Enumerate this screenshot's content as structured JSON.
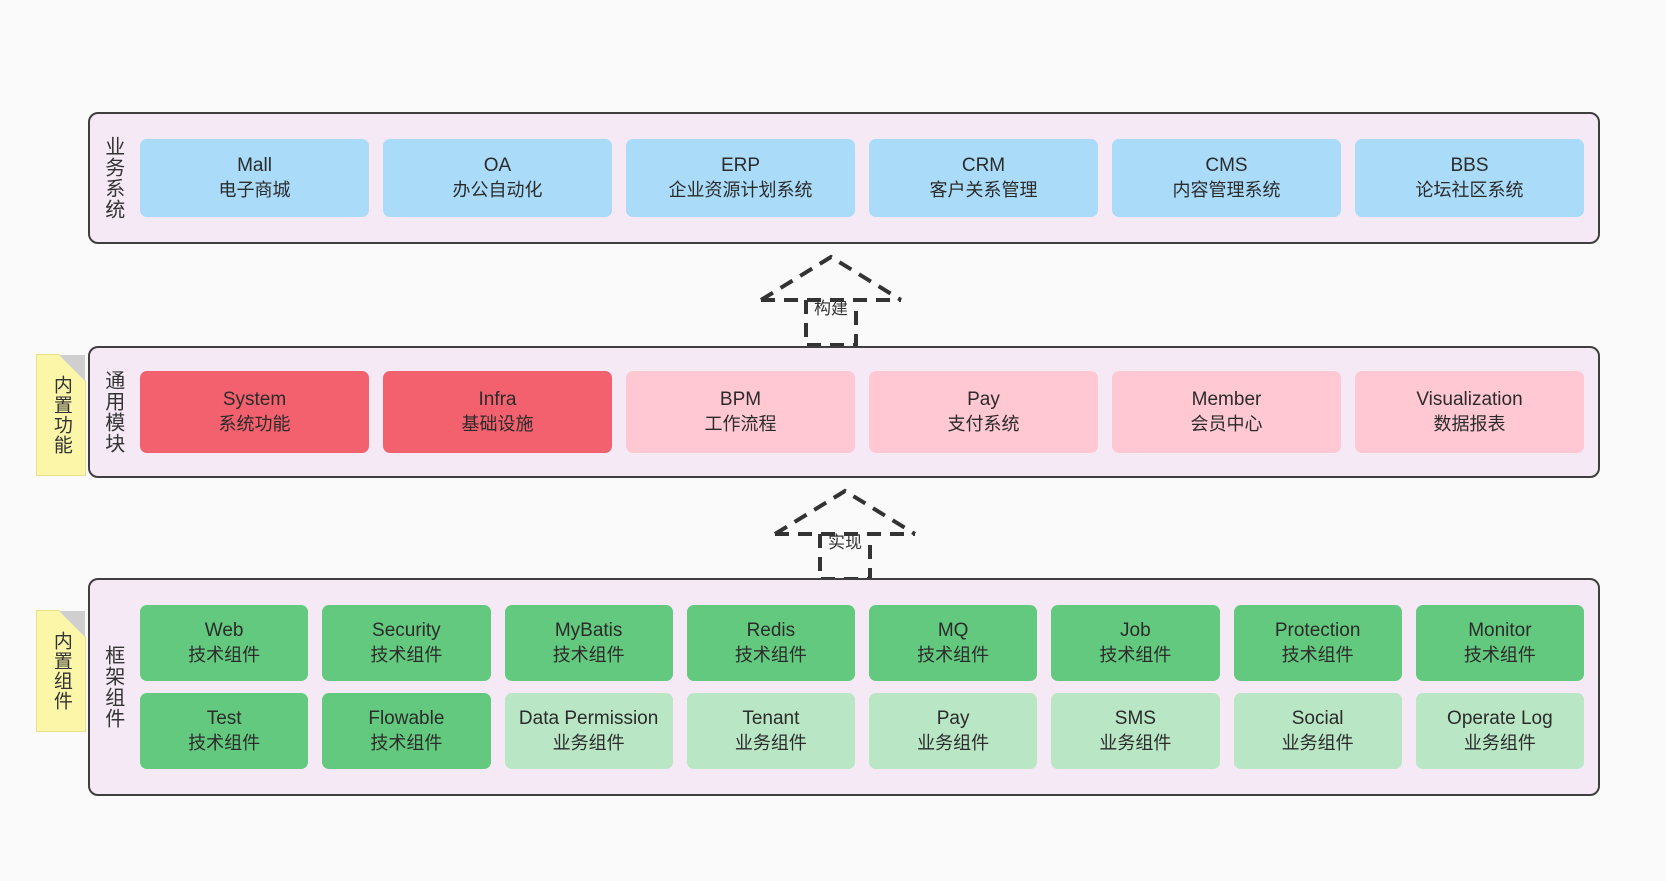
{
  "layers": [
    {
      "id": "business",
      "title": "业务系统",
      "note": null,
      "rows": [
        {
          "style": "blue",
          "cards": [
            {
              "title": "Mall",
              "subtitle": "电子商城"
            },
            {
              "title": "OA",
              "subtitle": "办公自动化"
            },
            {
              "title": "ERP",
              "subtitle": "企业资源计划系统"
            },
            {
              "title": "CRM",
              "subtitle": "客户关系管理"
            },
            {
              "title": "CMS",
              "subtitle": "内容管理系统"
            },
            {
              "title": "BBS",
              "subtitle": "论坛社区系统"
            }
          ]
        }
      ]
    },
    {
      "id": "common",
      "title": "通用模块",
      "note": "内置功能",
      "rows": [
        {
          "style": "mixed",
          "cards": [
            {
              "title": "System",
              "subtitle": "系统功能",
              "style": "red"
            },
            {
              "title": "Infra",
              "subtitle": "基础设施",
              "style": "red"
            },
            {
              "title": "BPM",
              "subtitle": "工作流程",
              "style": "pink"
            },
            {
              "title": "Pay",
              "subtitle": "支付系统",
              "style": "pink"
            },
            {
              "title": "Member",
              "subtitle": "会员中心",
              "style": "pink"
            },
            {
              "title": "Visualization",
              "subtitle": "数据报表",
              "style": "pink"
            }
          ]
        }
      ]
    },
    {
      "id": "framework",
      "title": "框架组件",
      "note": "内置组件",
      "rows": [
        {
          "style": "mixed",
          "cards": [
            {
              "title": "Web",
              "subtitle": "技术组件",
              "style": "green"
            },
            {
              "title": "Security",
              "subtitle": "技术组件",
              "style": "green"
            },
            {
              "title": "MyBatis",
              "subtitle": "技术组件",
              "style": "green"
            },
            {
              "title": "Redis",
              "subtitle": "技术组件",
              "style": "green"
            },
            {
              "title": "MQ",
              "subtitle": "技术组件",
              "style": "green"
            },
            {
              "title": "Job",
              "subtitle": "技术组件",
              "style": "green"
            },
            {
              "title": "Protection",
              "subtitle": "技术组件",
              "style": "green"
            },
            {
              "title": "Monitor",
              "subtitle": "技术组件",
              "style": "green"
            }
          ]
        },
        {
          "style": "mixed",
          "cards": [
            {
              "title": "Test",
              "subtitle": "技术组件",
              "style": "green"
            },
            {
              "title": "Flowable",
              "subtitle": "技术组件",
              "style": "green"
            },
            {
              "title": "Data Permission",
              "subtitle": "业务组件",
              "style": "lgreen"
            },
            {
              "title": "Tenant",
              "subtitle": "业务组件",
              "style": "lgreen"
            },
            {
              "title": "Pay",
              "subtitle": "业务组件",
              "style": "lgreen"
            },
            {
              "title": "SMS",
              "subtitle": "业务组件",
              "style": "lgreen"
            },
            {
              "title": "Social",
              "subtitle": "业务组件",
              "style": "lgreen"
            },
            {
              "title": "Operate Log",
              "subtitle": "业务组件",
              "style": "lgreen"
            }
          ]
        }
      ]
    }
  ],
  "connectors": [
    {
      "id": "build",
      "label": "构建"
    },
    {
      "id": "implement",
      "label": "实现"
    }
  ],
  "colors": {
    "panel_bg": "#f5e9f5",
    "panel_border": "#3f3f3f",
    "blue": "#aadcfa",
    "red": "#f2616d",
    "pink": "#ffc8d2",
    "green": "#63c97e",
    "light_green": "#b9e6c4",
    "note_yellow": "#fcf7a8",
    "canvas_bg": "#fafafa"
  }
}
